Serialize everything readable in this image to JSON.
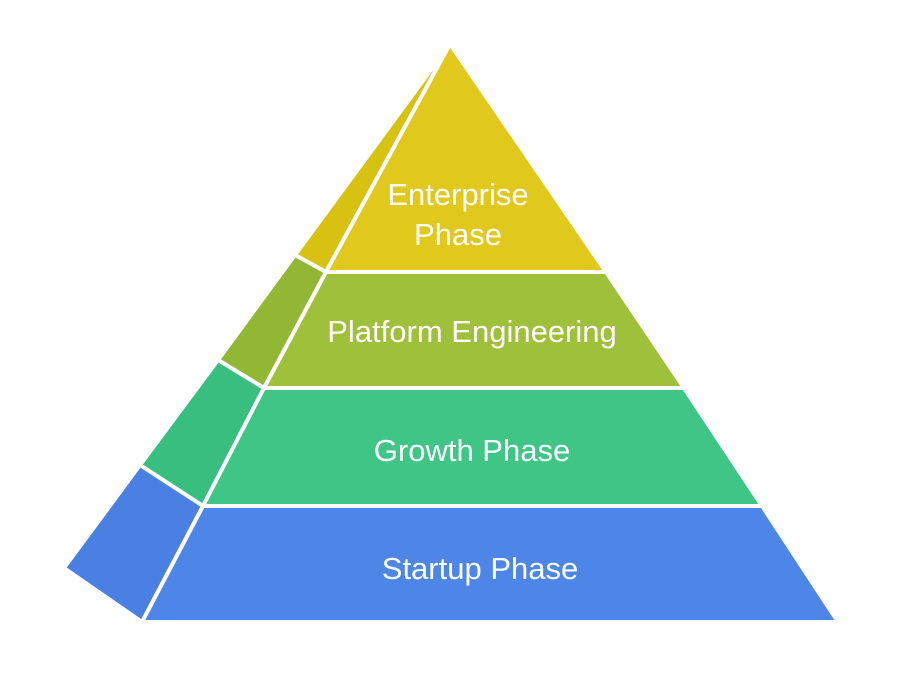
{
  "pyramid": {
    "tiers": [
      {
        "id": "enterprise",
        "lines": [
          "Enterprise",
          "Phase"
        ],
        "front_color": "#E1C81C",
        "side_color": "#D7C212"
      },
      {
        "id": "platform",
        "lines": [
          "Platform Engineering"
        ],
        "front_color": "#9EC03A",
        "side_color": "#91B735"
      },
      {
        "id": "growth",
        "lines": [
          "Growth Phase"
        ],
        "front_color": "#3FC687",
        "side_color": "#38BE7E"
      },
      {
        "id": "startup",
        "lines": [
          "Startup Phase"
        ],
        "front_color": "#4E86E8",
        "side_color": "#4A80E2"
      }
    ]
  }
}
